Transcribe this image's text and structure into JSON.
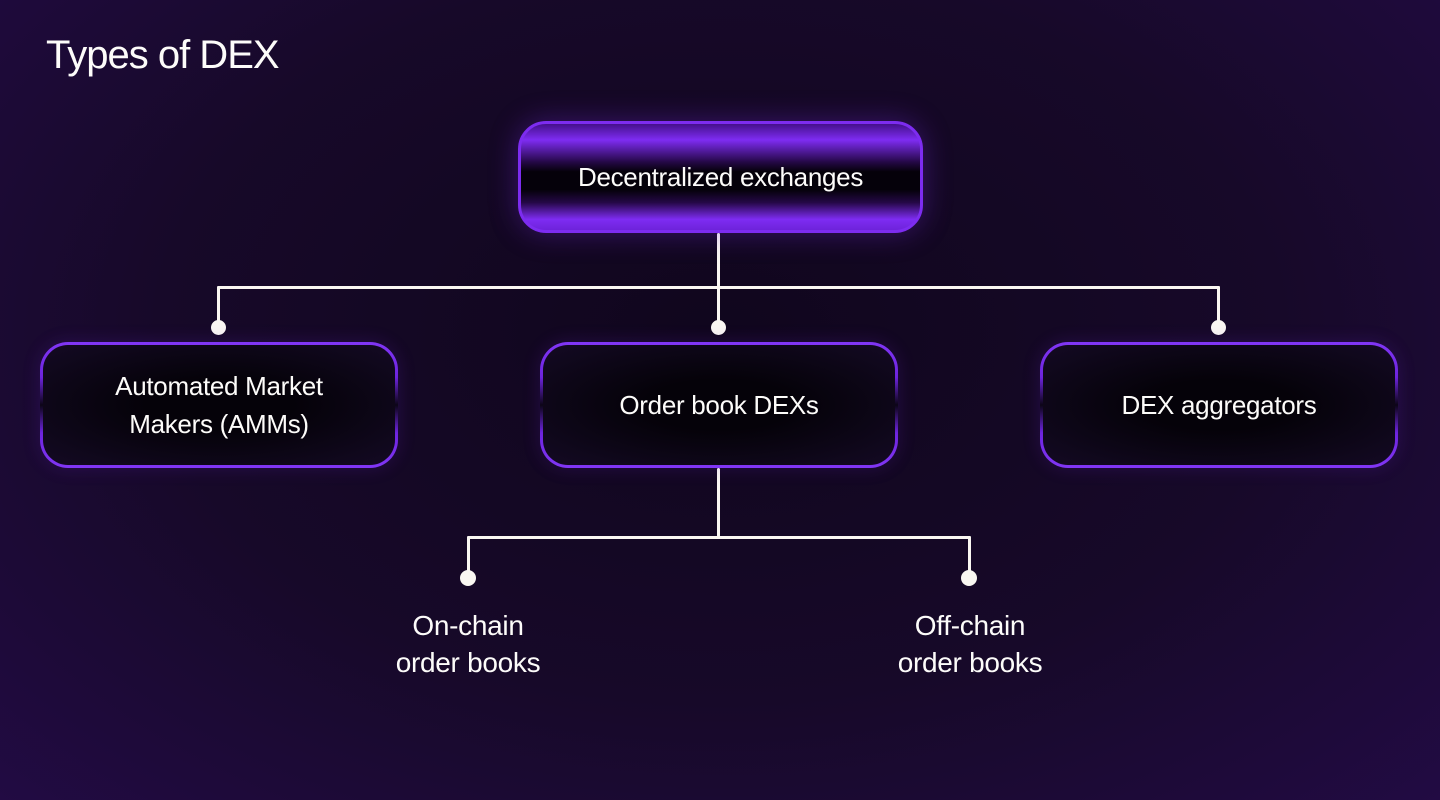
{
  "title": "Types of DEX",
  "root": {
    "label": "Decentralized exchanges"
  },
  "children": [
    {
      "id": "amms",
      "lines": [
        "Automated Market",
        "Makers (AMMs)"
      ]
    },
    {
      "id": "order-book-dexs",
      "lines": [
        "Order book DEXs"
      ]
    },
    {
      "id": "dex-aggregators",
      "lines": [
        "DEX aggregators"
      ]
    }
  ],
  "leaves": [
    {
      "id": "on-chain",
      "lines": [
        "On-chain",
        "order books"
      ]
    },
    {
      "id": "off-chain",
      "lines": [
        "Off-chain",
        "order books"
      ]
    }
  ],
  "colors": {
    "background_corner": "#430f8f",
    "background_center": "#10061d",
    "accent_purple": "#7d2cf0",
    "connector_white": "#faf7f2",
    "text_white": "#fdfcfa"
  }
}
